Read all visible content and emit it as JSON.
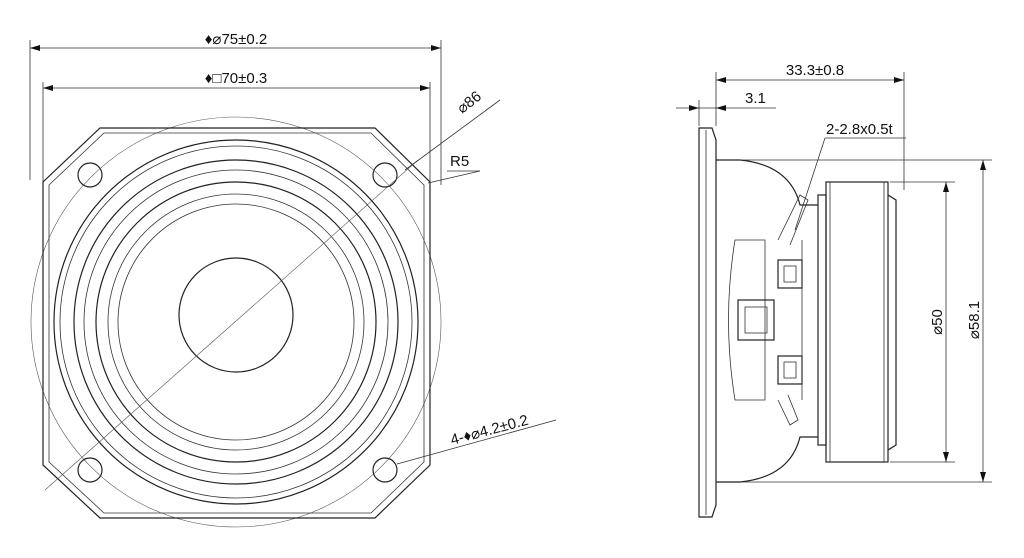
{
  "front_view": {
    "outer_width": "♦⌀75±0.2",
    "mount_square": "♦□70±0.3",
    "circle_diameter": "⌀86",
    "corner_radius": "R5",
    "mount_holes": "4-♦⌀4.2±0.2"
  },
  "side_view": {
    "depth": "33.3±0.8",
    "flange_thickness": "3.1",
    "terminals": "2-2.8x0.5t",
    "magnet_diameter": "⌀50",
    "back_diameter": "⌀58.1"
  }
}
